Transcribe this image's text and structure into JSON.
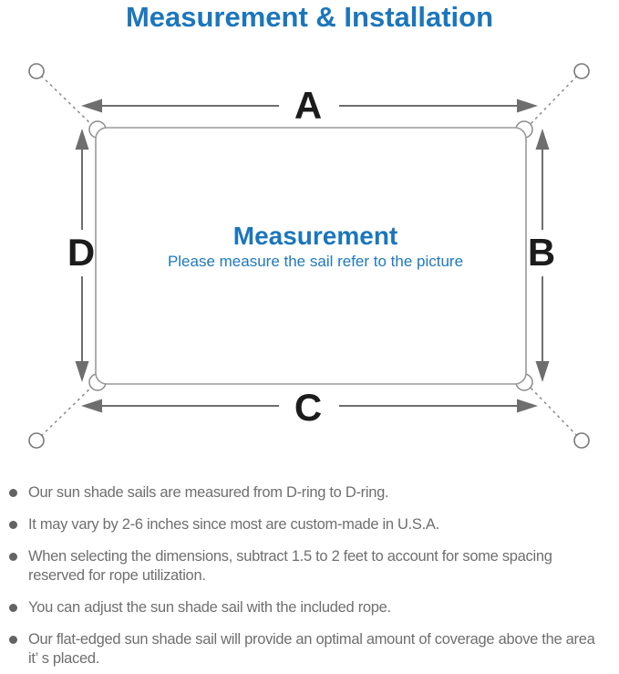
{
  "title": "Measurement & Installation",
  "diagram": {
    "center_title": "Measurement",
    "center_subtitle": "Please measure the sail refer to the picture",
    "labels": {
      "a": "A",
      "b": "B",
      "c": "C",
      "d": "D"
    }
  },
  "notes": [
    "Our sun shade sails are measured from D-ring to D-ring.",
    "It may vary by 2-6 inches since most are custom-made in U.S.A.",
    "When selecting the dimensions, subtract 1.5 to 2 feet to account for some spacing reserved for rope utilization.",
    "You can adjust the sun shade sail with the included rope.",
    "Our flat-edged sun shade sail will provide an optimal amount of coverage above the area it’ s placed."
  ],
  "colors": {
    "accent_blue": "#1b76bd",
    "note_text_gray": "#6f6f6f",
    "arrow_gray": "#6e6e6e",
    "outline_gray": "#999999"
  }
}
